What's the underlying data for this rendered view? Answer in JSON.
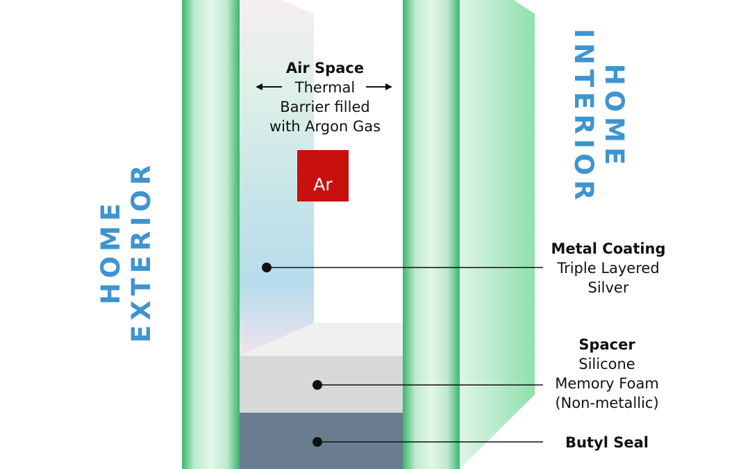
{
  "labels": {
    "exterior": [
      "HOME",
      "EXTERIOR"
    ],
    "interior": [
      "HOME",
      "INTERIOR"
    ]
  },
  "air_space": {
    "title": "Air Space",
    "lines": [
      "Thermal",
      "Barrier filled",
      "with Argon Gas"
    ]
  },
  "argon_symbol": "Ar",
  "metal_coating": {
    "title": "Metal Coating",
    "lines": [
      "Triple Layered",
      "Silver"
    ]
  },
  "spacer": {
    "title": "Spacer",
    "lines": [
      "Silicone",
      "Memory Foam",
      "(Non-metallic)"
    ]
  },
  "butyl_seal": {
    "title": "Butyl Seal"
  },
  "colors": {
    "glass": "#d5f2e0",
    "glass_edge": "#3cb76d",
    "label_blue": "#3f94cf",
    "argon_red": "#c8100f",
    "spacer_gray": "#d6d8da",
    "spacer_top": "#f0f0f0",
    "butyl_slate": "#6a7d90"
  }
}
